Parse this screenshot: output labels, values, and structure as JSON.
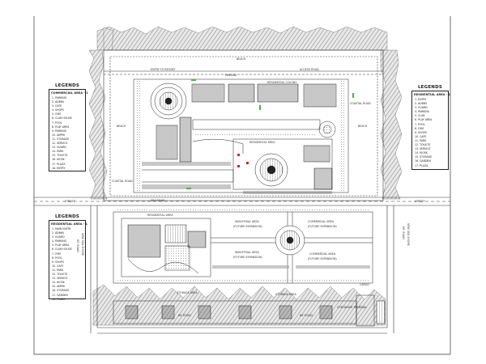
{
  "labels": {
    "beach_top": "BEACH",
    "beach_left": "BEACH",
    "beach_right": "BEACH",
    "parking_top": "PARKING",
    "access_road": "ACCESS ROAD",
    "entry_to_resort": "ENTRY TO RESORT",
    "residential_colony": "RESIDENTIAL COLONY",
    "residential_area_top": "RESIDENTIAL AREA",
    "coastal_road_top": "COASTAL ROAD",
    "coastal_road_left": "COASTAL ROAD",
    "sea_road": "SEA ROAD",
    "street_left": "STREET",
    "street_right": "STREET",
    "residential_area_bottom": "RESIDENTIAL AREA",
    "industrial_area": "INDUSTRIAL AREA",
    "future_expansion": "(FUTURE EXPANSION)",
    "commercial_area_1": "COMMERCIAL AREA",
    "commercial_area_1_sub": "(FUTURE EXPANSION)",
    "commercial_area_2": "COMMERCIAL AREA",
    "commercial_area_2_sub": "(FUTURE EXPANSION)",
    "industrial_area_2": "INDUSTRIAL AREA",
    "industrial_area_2_sub": "(FUTURE EXPANSION)",
    "storage_area": "STORAGE AREA",
    "cargo": "CARGO",
    "storage_area_2": "STORAGE AREA",
    "container_terminal": "CONTAINER TERMINAL",
    "left_road_label": "60' ROAD",
    "right_road_label": "60' ROAD",
    "sea_shore_right": "NEW SEA SHORE",
    "sea_shore_left": "NEW SEA SHORE",
    "avenue_1": "60' ROAD",
    "avenue_2": "60' ROAD"
  },
  "legend_left_top": {
    "title": "LEGENDS",
    "subtitle": "COMMERCIAL AREA - 1",
    "items": [
      "1. PARKING",
      "2. ADMIN",
      "3. CAFE",
      "4. SHOPS",
      "5. GYM",
      "6. CLUB HOUSE",
      "7. POOL",
      "8. PLAY AREA",
      "9. PARKING",
      "10. AMPHI",
      "11. STORAGE",
      "12. SERVICE",
      "13. GUARD",
      "14. PARK",
      "15. TOILETS",
      "16. KIOSK",
      "17. PLAZA",
      "18. ENTRY"
    ]
  },
  "legend_left_bottom": {
    "title": "LEGENDS",
    "subtitle": "RESIDENTIAL AREA - 1",
    "items": [
      "1. MAIN ENTRY",
      "2. ADMIN",
      "3. GUARD",
      "4. PARKING",
      "5. PLAY AREA",
      "6. CLUB HOUSE",
      "7. GYM",
      "8. POOL",
      "9. SHOPS",
      "10. CAFE",
      "11. PARK",
      "12. TOILETS",
      "13. SERVICE",
      "14. KIOSK",
      "15. AMPHI",
      "16. STORAGE",
      "17. GARDEN",
      "18. PLAZA"
    ]
  },
  "legend_right": {
    "title": "LEGENDS",
    "subtitle": "RESIDENTIAL AREA - 1",
    "items": [
      "1. ENTRY",
      "2. ADMIN",
      "3. GUARD",
      "4. PARKING",
      "5. CLUB",
      "6. PLAY AREA",
      "7. POOL",
      "8. GYM",
      "9. SHOPS",
      "10. CAFE",
      "11. PARK",
      "12. TOILETS",
      "13. SERVICE",
      "14. KIOSK",
      "15. STORAGE",
      "16. GARDEN",
      "17. PLAZA"
    ]
  }
}
